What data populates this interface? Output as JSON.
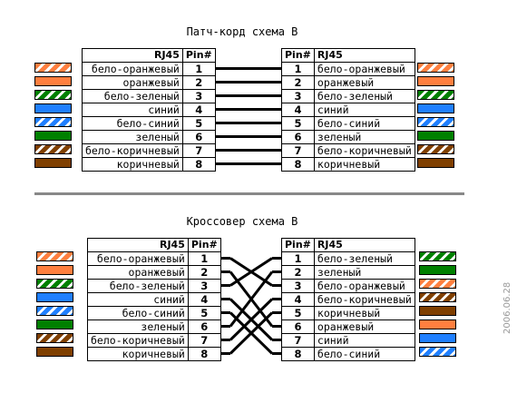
{
  "diagram1": {
    "title": "Патч-корд схема В",
    "header_left_name": "RJ45",
    "header_left_pin": "Pin#",
    "header_right_pin": "Pin#",
    "header_right_name": "RJ45",
    "left": [
      {
        "name": "бело-оранжевый",
        "pin": "1"
      },
      {
        "name": "оранжевый",
        "pin": "2"
      },
      {
        "name": "бело-зеленый",
        "pin": "3"
      },
      {
        "name": "синий",
        "pin": "4"
      },
      {
        "name": "бело-синий",
        "pin": "5"
      },
      {
        "name": "зеленый",
        "pin": "6"
      },
      {
        "name": "бело-коричневый",
        "pin": "7"
      },
      {
        "name": "коричневый",
        "pin": "8"
      }
    ],
    "right": [
      {
        "name": "бело-оранжевый",
        "pin": "1"
      },
      {
        "name": "оранжевый",
        "pin": "2"
      },
      {
        "name": "бело-зеленый",
        "pin": "3"
      },
      {
        "name": "синий",
        "pin": "4"
      },
      {
        "name": "бело-синий",
        "pin": "5"
      },
      {
        "name": "зеленый",
        "pin": "6"
      },
      {
        "name": "бело-коричневый",
        "pin": "7"
      },
      {
        "name": "коричневый",
        "pin": "8"
      }
    ],
    "left_colors": [
      "white-orange",
      "orange",
      "white-green",
      "blue",
      "white-blue",
      "green",
      "white-brown",
      "brown"
    ],
    "right_colors": [
      "white-orange",
      "orange",
      "white-green",
      "blue",
      "white-blue",
      "green",
      "white-brown",
      "brown"
    ]
  },
  "diagram2": {
    "title": "Кроссовер схема В",
    "header_left_name": "RJ45",
    "header_left_pin": "Pin#",
    "header_right_pin": "Pin#",
    "header_right_name": "RJ45",
    "left": [
      {
        "name": "бело-оранжевый",
        "pin": "1"
      },
      {
        "name": "оранжевый",
        "pin": "2"
      },
      {
        "name": "бело-зеленый",
        "pin": "3"
      },
      {
        "name": "синий",
        "pin": "4"
      },
      {
        "name": "бело-синий",
        "pin": "5"
      },
      {
        "name": "зеленый",
        "pin": "6"
      },
      {
        "name": "бело-коричневый",
        "pin": "7"
      },
      {
        "name": "коричневый",
        "pin": "8"
      }
    ],
    "right": [
      {
        "name": "бело-зеленый",
        "pin": "1"
      },
      {
        "name": "зеленый",
        "pin": "2"
      },
      {
        "name": "бело-оранжевый",
        "pin": "3"
      },
      {
        "name": "бело-коричневый",
        "pin": "4"
      },
      {
        "name": "коричневый",
        "pin": "5"
      },
      {
        "name": "оранжевый",
        "pin": "6"
      },
      {
        "name": "синий",
        "pin": "7"
      },
      {
        "name": "бело-синий",
        "pin": "8"
      }
    ],
    "left_colors": [
      "white-orange",
      "orange",
      "white-green",
      "blue",
      "white-blue",
      "green",
      "white-brown",
      "brown"
    ],
    "right_colors": [
      "white-green",
      "green",
      "white-orange",
      "white-brown",
      "brown",
      "orange",
      "blue",
      "white-blue"
    ],
    "crossover_map": [
      3,
      6,
      1,
      7,
      8,
      2,
      4,
      5
    ]
  },
  "date_stamp": "2006.06.28",
  "wire_colors": {
    "orange": "#ff7f3f",
    "green": "#008000",
    "blue": "#1f7fff",
    "brown": "#7f3f00",
    "white": "#ffffff"
  }
}
